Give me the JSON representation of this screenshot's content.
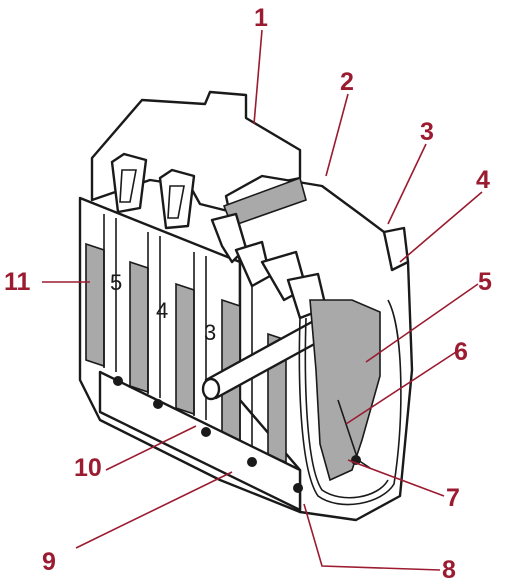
{
  "figure": {
    "slot_numbers": [
      "5",
      "4",
      "3"
    ]
  },
  "callouts": [
    {
      "id": "1",
      "text": "1"
    },
    {
      "id": "2",
      "text": "2"
    },
    {
      "id": "3",
      "text": "3"
    },
    {
      "id": "4",
      "text": "4"
    },
    {
      "id": "5",
      "text": "5"
    },
    {
      "id": "6",
      "text": "6"
    },
    {
      "id": "7",
      "text": "7"
    },
    {
      "id": "8",
      "text": "8"
    },
    {
      "id": "9",
      "text": "9"
    },
    {
      "id": "10",
      "text": "10"
    },
    {
      "id": "11",
      "text": "11"
    }
  ],
  "colors": {
    "callout": "#9b1b30",
    "ink": "#1a1a1a",
    "shading": "#a9a9a9"
  }
}
